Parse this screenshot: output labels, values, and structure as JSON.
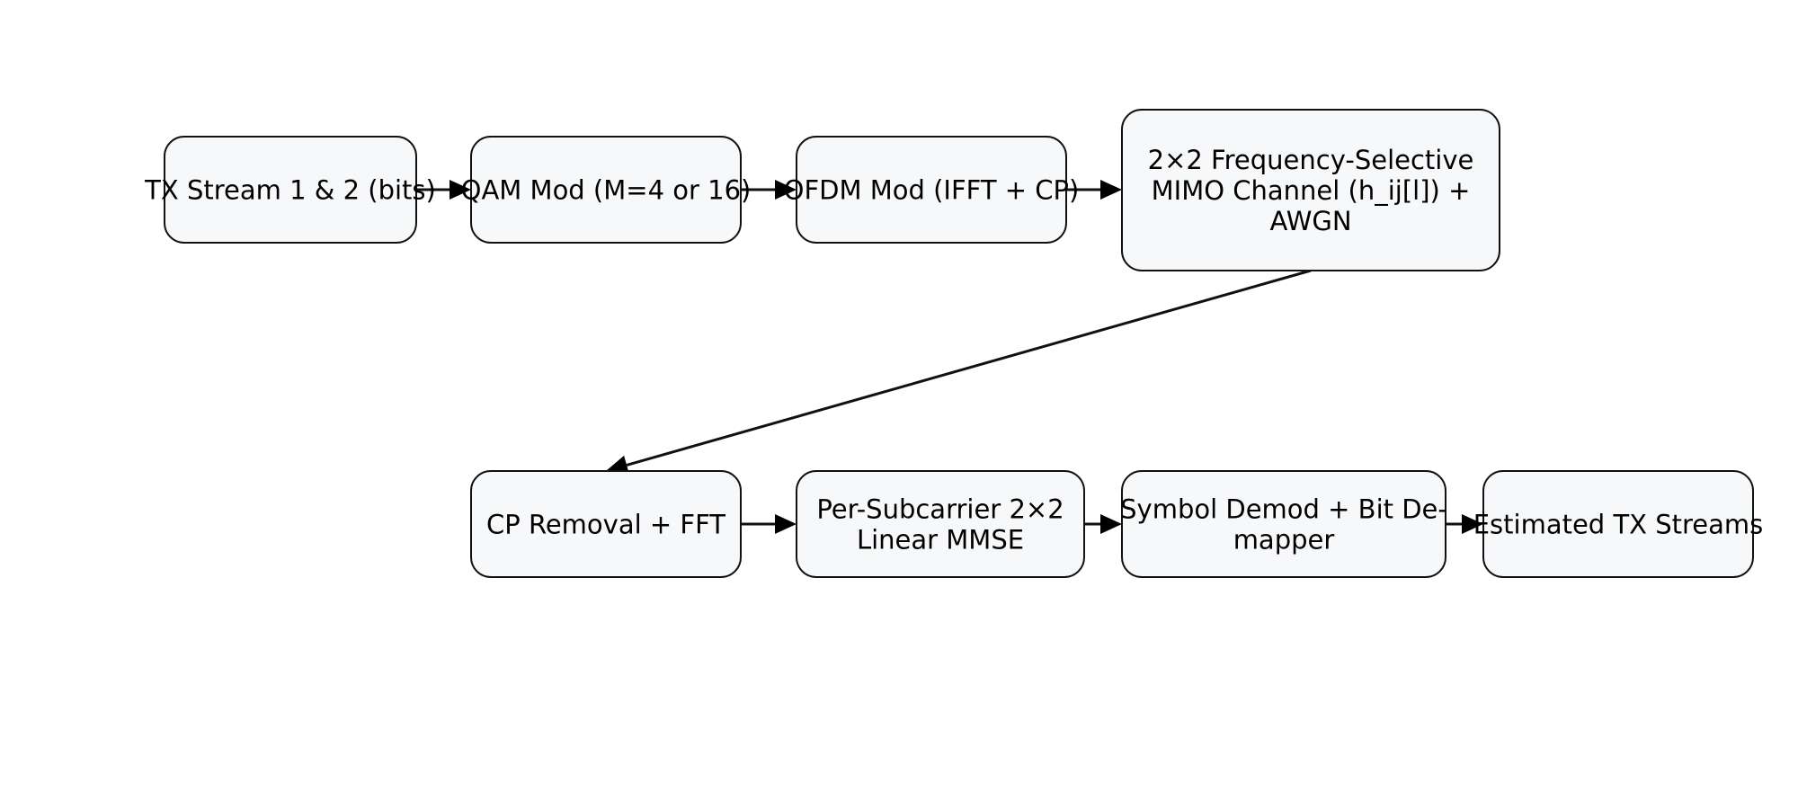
{
  "diagram": {
    "nodes": [
      {
        "id": "tx-stream",
        "lines": [
          "TX Stream 1 & 2 (bits)"
        ]
      },
      {
        "id": "qam-mod",
        "lines": [
          "QAM Mod (M=4 or 16)"
        ]
      },
      {
        "id": "ofdm-mod",
        "lines": [
          "OFDM Mod (IFFT + CP)"
        ]
      },
      {
        "id": "mimo-channel",
        "lines": [
          "2×2 Frequency-Selective",
          "MIMO Channel (h_ij[l]) +",
          "AWGN"
        ]
      },
      {
        "id": "cp-removal-fft",
        "lines": [
          "CP Removal + FFT"
        ]
      },
      {
        "id": "mmse",
        "lines": [
          "Per-Subcarrier 2×2",
          "Linear MMSE"
        ]
      },
      {
        "id": "demod",
        "lines": [
          "Symbol Demod + Bit De-",
          "mapper"
        ]
      },
      {
        "id": "estimated-streams",
        "lines": [
          "Estimated TX Streams"
        ]
      }
    ],
    "edges": [
      {
        "from": "tx-stream",
        "to": "qam-mod"
      },
      {
        "from": "qam-mod",
        "to": "ofdm-mod"
      },
      {
        "from": "ofdm-mod",
        "to": "mimo-channel"
      },
      {
        "from": "mimo-channel",
        "to": "cp-removal-fft"
      },
      {
        "from": "cp-removal-fft",
        "to": "mmse"
      },
      {
        "from": "mmse",
        "to": "demod"
      },
      {
        "from": "demod",
        "to": "estimated-streams"
      }
    ]
  }
}
